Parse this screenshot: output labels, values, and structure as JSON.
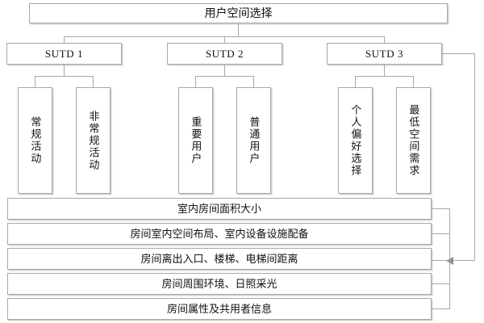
{
  "diagram": {
    "title": "用户空间选择",
    "groups": [
      {
        "label": "SUTD 1",
        "children": [
          "常规活动",
          "非常规活动"
        ]
      },
      {
        "label": "SUTD 2",
        "children": [
          "重要用户",
          "普通用户"
        ]
      },
      {
        "label": "SUTD 3",
        "children": [
          "个人偏好选择",
          "最低空间需求"
        ]
      }
    ],
    "attributes": [
      "室内房间面积大小",
      "房间室内空间布局、室内设备设施配备",
      "房间离出入口、楼梯、电梯间距离",
      "房间周围环境、日照采光",
      "房间属性及共用者信息"
    ],
    "colors": {
      "stroke": "#a8a8a8",
      "background": "#ffffff",
      "text": "#111111",
      "arrow": "#8d8d8d"
    }
  }
}
